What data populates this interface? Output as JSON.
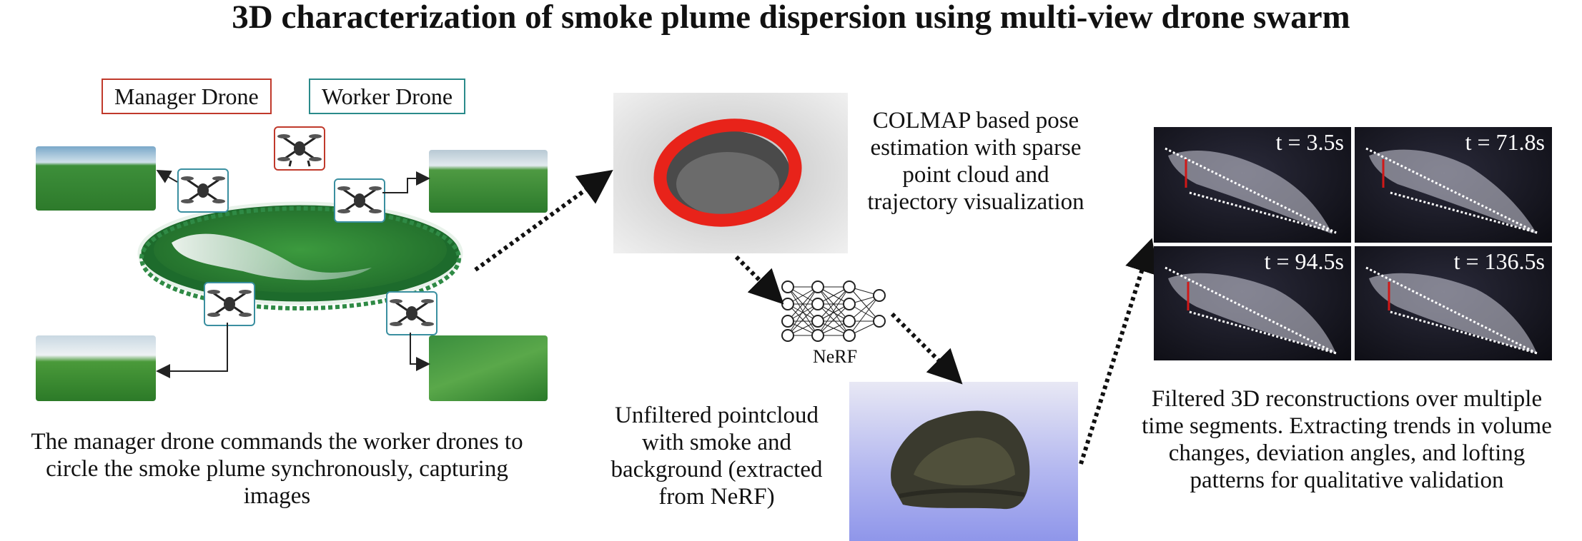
{
  "title": "3D characterization of smoke plume dispersion using multi-view drone swarm",
  "legend": {
    "manager": "Manager Drone",
    "worker": "Worker Drone"
  },
  "captions": {
    "swarm": "The manager drone commands the worker drones to\ncircle the smoke plume synchronously, capturing\nimages",
    "colmap": "COLMAP based pose\nestimation with sparse\npoint cloud and\ntrajectory visualization",
    "unfiltered": "Unfiltered pointcloud\nwith smoke and\nbackground (extracted\nfrom NeRF)",
    "filtered": "Filtered 3D reconstructions over multiple\ntime segments. Extracting trends in volume\nchanges, deviation angles, and lofting\npatterns for qualitative validation"
  },
  "nerf_label": "NeRF",
  "time_panels": [
    {
      "label": "t = 3.5s"
    },
    {
      "label": "t = 71.8s"
    },
    {
      "label": "t = 94.5s"
    },
    {
      "label": "t = 136.5s"
    }
  ],
  "colors": {
    "manager_border": "#c0392b",
    "worker_border": "#2a8a8a",
    "trajectory_ring": "#e8231a",
    "grass": "#2e8b3a"
  },
  "icons": [
    "drone-icon",
    "neural-network-icon",
    "arrow-icon"
  ]
}
